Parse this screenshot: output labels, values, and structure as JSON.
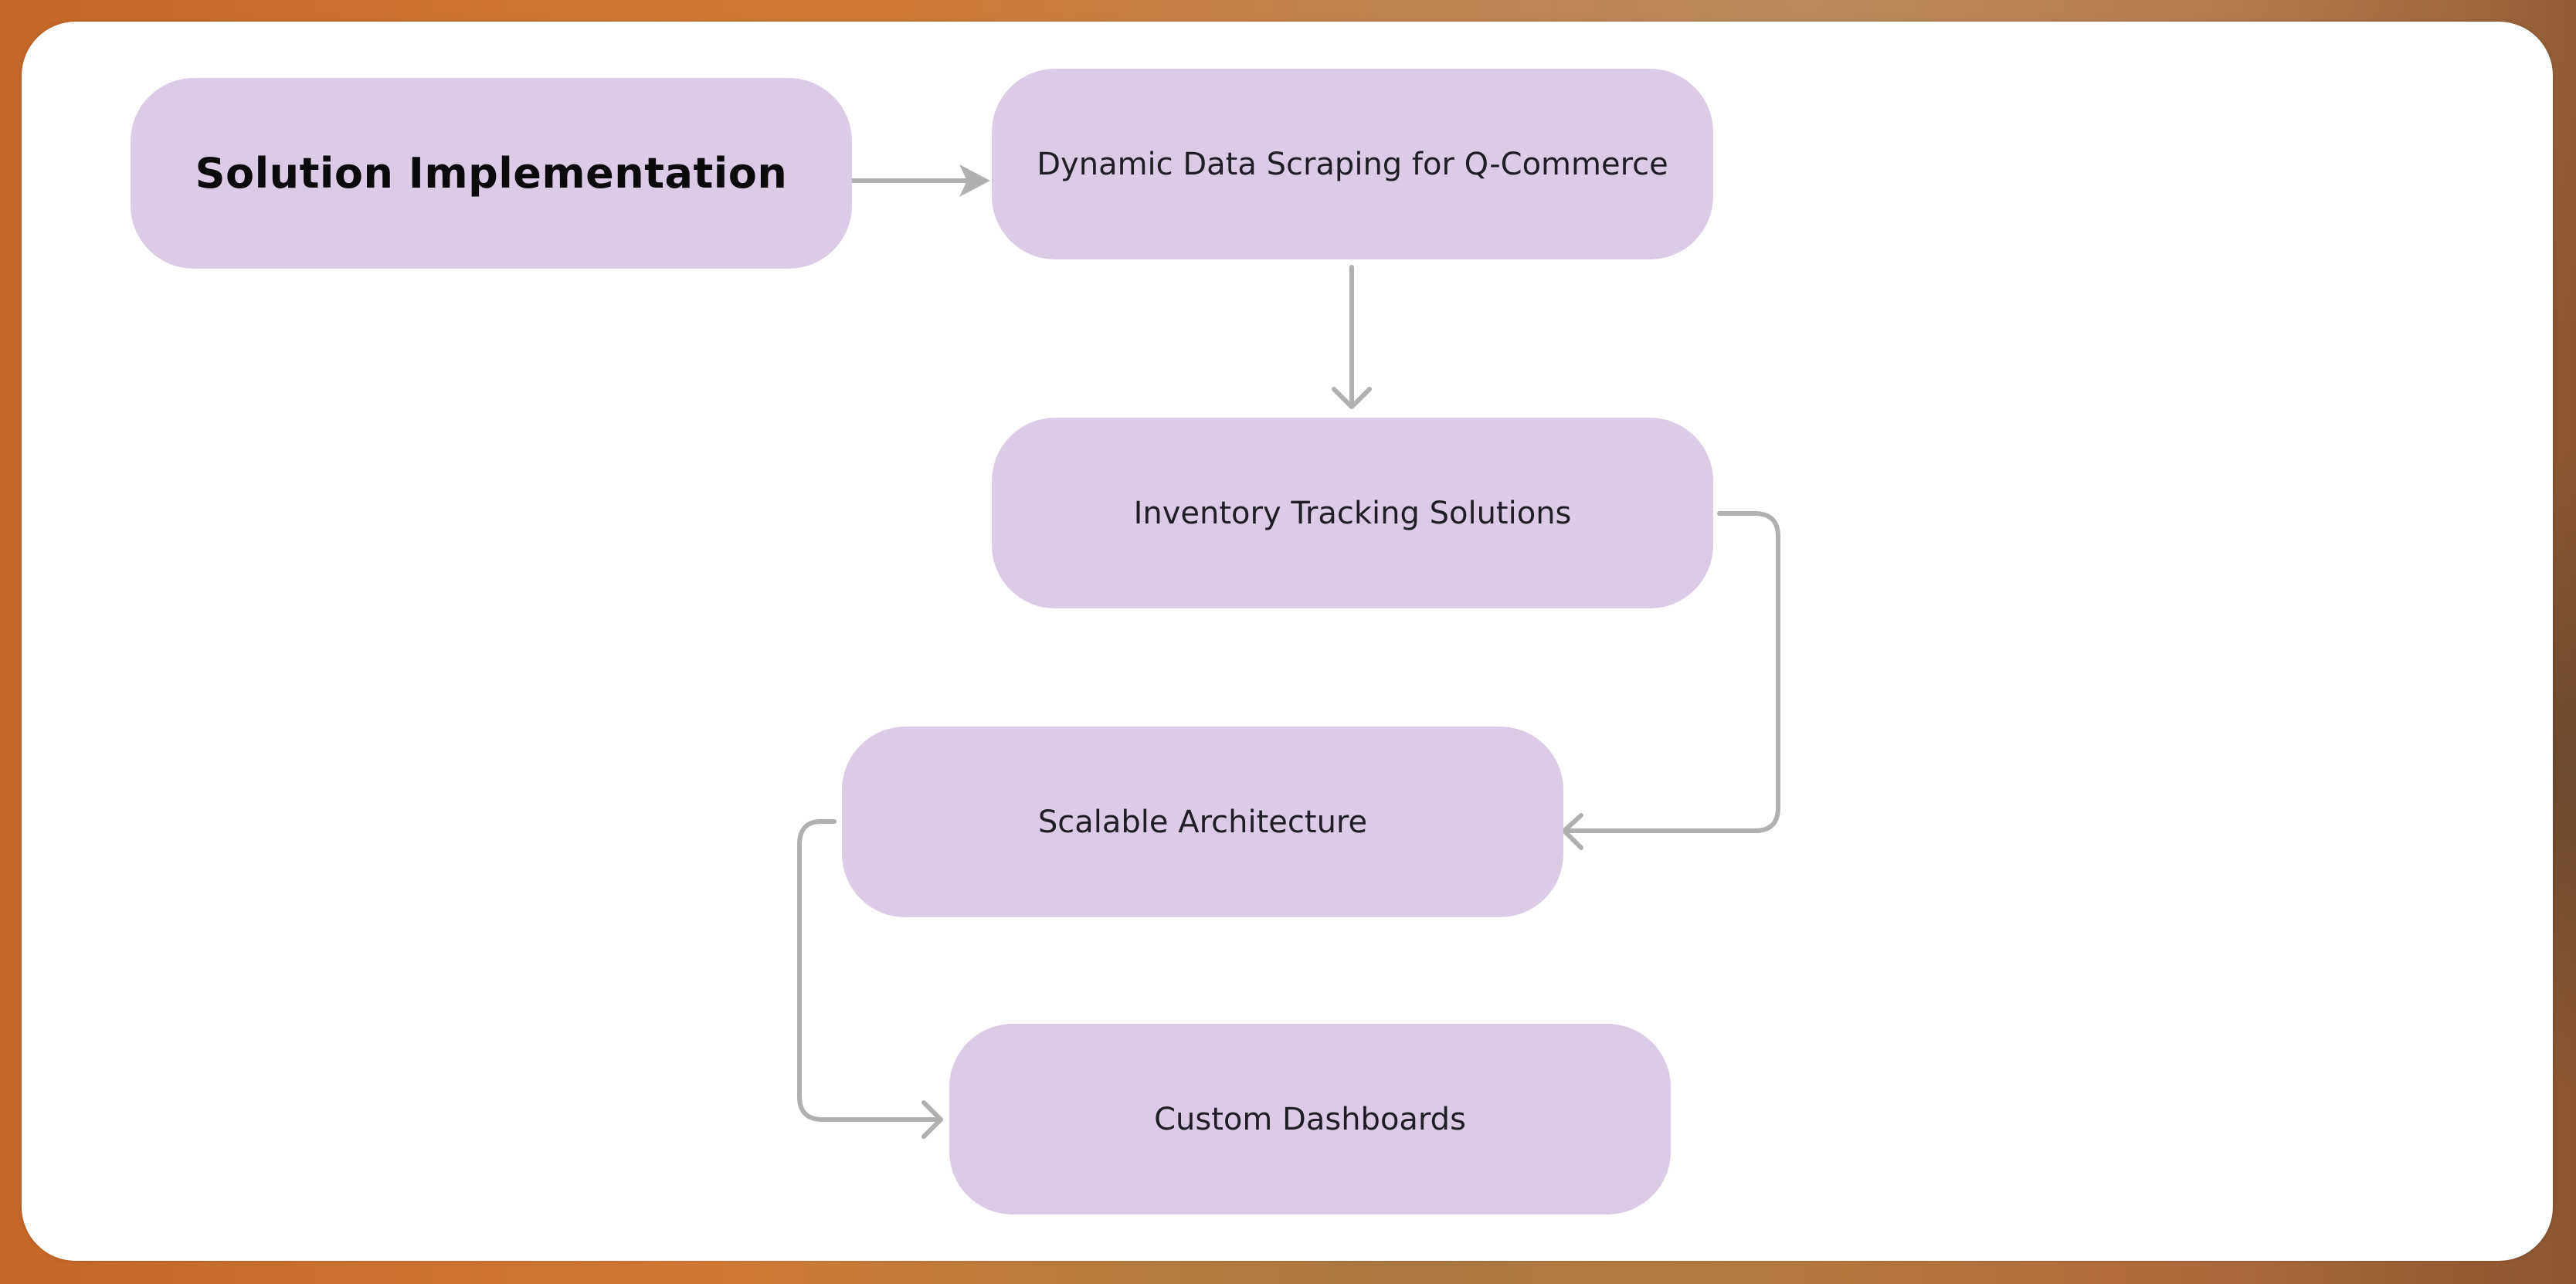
{
  "diagram": {
    "title": "Solution Implementation",
    "nodes": [
      {
        "id": "dynamic-data-scraping",
        "label": "Dynamic Data Scraping for Q-Commerce"
      },
      {
        "id": "inventory-tracking",
        "label": "Inventory Tracking Solutions"
      },
      {
        "id": "scalable-architecture",
        "label": "Scalable Architecture"
      },
      {
        "id": "custom-dashboards",
        "label": "Custom Dashboards"
      }
    ],
    "edges": [
      {
        "from": "Solution Implementation",
        "to": "Dynamic Data Scraping for Q-Commerce"
      },
      {
        "from": "Dynamic Data Scraping for Q-Commerce",
        "to": "Inventory Tracking Solutions"
      },
      {
        "from": "Inventory Tracking Solutions",
        "to": "Scalable Architecture"
      },
      {
        "from": "Scalable Architecture",
        "to": "Custom Dashboards"
      }
    ],
    "colors": {
      "node_fill": "#dccbe4",
      "connector": "#b0b0b0",
      "card": "#ffffff",
      "frame": "#c97432"
    }
  }
}
